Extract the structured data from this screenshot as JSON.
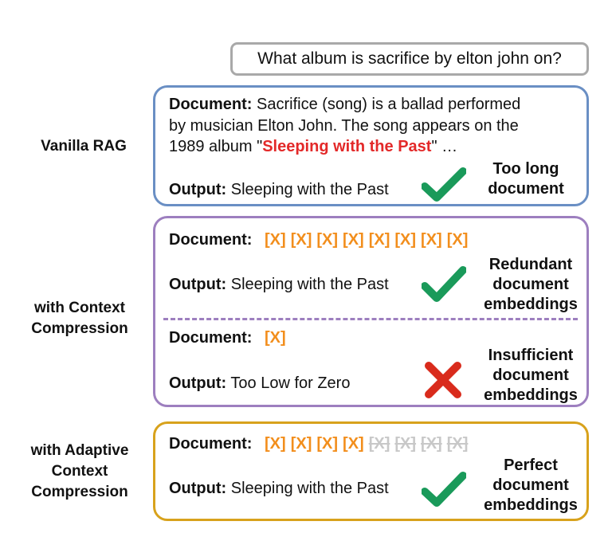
{
  "question": "What album is sacrifice by elton john on?",
  "vanilla": {
    "label": "Vanilla RAG",
    "doc_label": "Document:",
    "doc_line1": "Sacrifice (song) is a ballad performed",
    "doc_line2": "by musician Elton John. The song appears on the",
    "doc_line3_pre": "1989 album \"",
    "doc_highlight": "Sleeping with the Past",
    "doc_line3_post": "\" …",
    "output_label": "Output:",
    "output_value": "Sleeping with the Past",
    "note_line1": "Too long",
    "note_line2": "document"
  },
  "compression": {
    "label_line1": "with Context",
    "label_line2": "Compression",
    "top": {
      "doc_label": "Document:",
      "tokens": [
        "[X]",
        "[X]",
        "[X]",
        "[X]",
        "[X]",
        "[X]",
        "[X]",
        "[X]"
      ],
      "output_label": "Output:",
      "output_value": "Sleeping with the Past",
      "note_line1": "Redundant",
      "note_line2": "document",
      "note_line3": "embeddings"
    },
    "bottom": {
      "doc_label": "Document:",
      "tokens": [
        "[X]"
      ],
      "output_label": "Output:",
      "output_value": "Too Low for Zero",
      "note_line1": "Insufficient",
      "note_line2": "document",
      "note_line3": "embeddings"
    }
  },
  "adaptive": {
    "label_line1": "with Adaptive",
    "label_line2": "Context",
    "label_line3": "Compression",
    "doc_label": "Document:",
    "tokens_kept": [
      "[X]",
      "[X]",
      "[X]",
      "[X]"
    ],
    "tokens_dropped": [
      "[X]",
      "[X]",
      "[X]",
      "[X]"
    ],
    "output_label": "Output:",
    "output_value": "Sleeping with the Past",
    "note_line1": "Perfect",
    "note_line2": "document",
    "note_line3": "embeddings"
  },
  "icons": {
    "check": "check-icon",
    "cross": "cross-icon",
    "check_color": "#1a9a5a",
    "cross_color": "#d92b1c"
  }
}
